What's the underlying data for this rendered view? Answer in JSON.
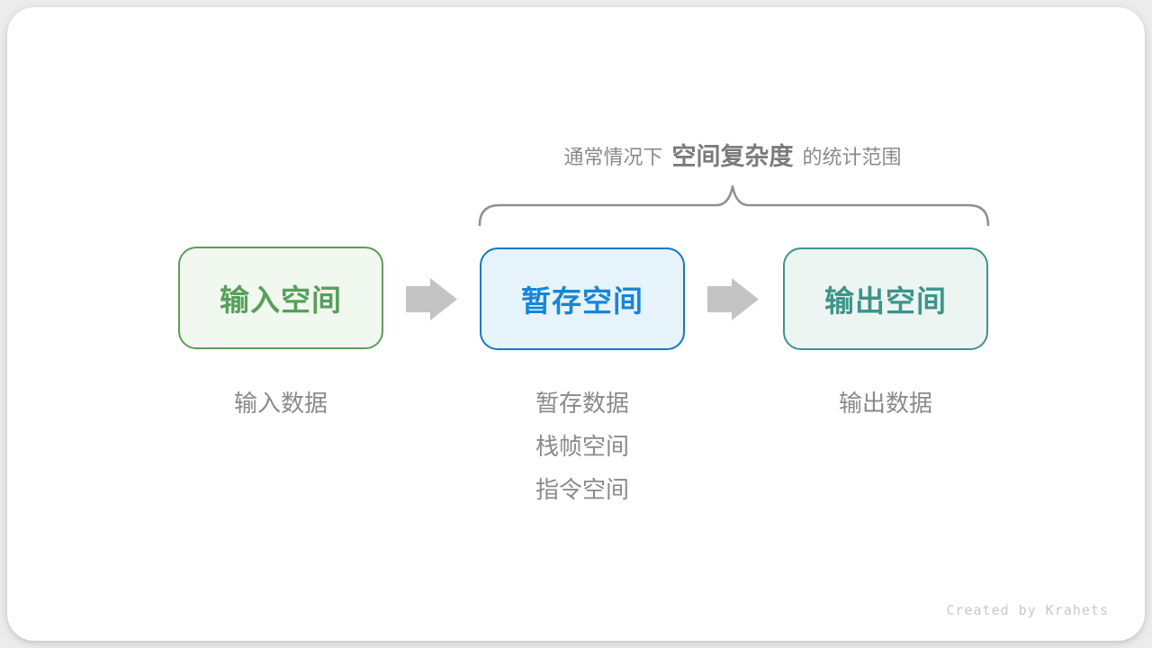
{
  "canvas": {
    "background": "#ececec",
    "card_background": "#ffffff"
  },
  "annotation": {
    "prefix": "通常情况下",
    "highlight": "空间复杂度",
    "suffix": "的统计范围",
    "color": "#8a8a8a",
    "highlight_color": "#7b7b7b"
  },
  "brace": {
    "color": "#8f8f8f"
  },
  "flow": {
    "arrow_color": "#c3c3c3",
    "boxes": [
      {
        "id": "input-space",
        "label": "输入空间",
        "text_color": "#55a05b",
        "border_color": "#5b9e5b",
        "fill_color": "#f1f8ef"
      },
      {
        "id": "temp-space",
        "label": "暂存空间",
        "text_color": "#1885d5",
        "border_color": "#1478c8",
        "fill_color": "#e7f3fb"
      },
      {
        "id": "output-space",
        "label": "输出空间",
        "text_color": "#3d948a",
        "border_color": "#3d948a",
        "fill_color": "#edf5f2"
      }
    ]
  },
  "captions": {
    "color": "#8a8a8a",
    "columns": [
      {
        "lines": [
          "输入数据"
        ]
      },
      {
        "lines": [
          "暂存数据",
          "栈帧空间",
          "指令空间"
        ]
      },
      {
        "lines": [
          "输出数据"
        ]
      }
    ]
  },
  "footer": {
    "credit": "Created by Krahets",
    "color": "#c8c8c8"
  }
}
